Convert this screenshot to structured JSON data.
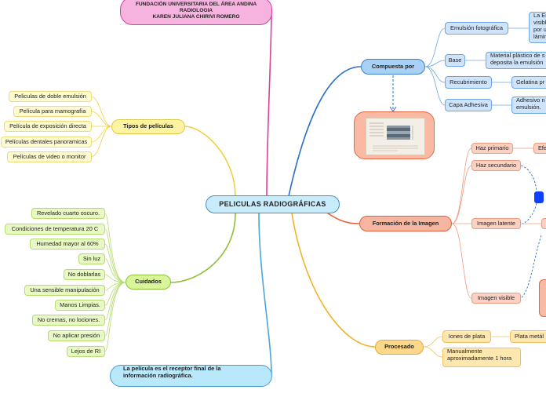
{
  "root": {
    "label": "PELICULAS RADIOGRÁFICAS"
  },
  "header": {
    "line1": "FUNDACIÓN UNIVERSITARIA DEL ÁREA ANDINA",
    "line2": "RADIOLOGIA",
    "line3": "KAREN JULIANA CHIRIVI ROMERO"
  },
  "note": {
    "line1": "La película es el receptor final de la",
    "line2": "información radiográfica."
  },
  "tipos": {
    "label": "Tipos de películas",
    "items": [
      "Peliculas de doble emulsión",
      "Película para mamografía",
      "Película de exposición directa",
      "Películas dentales panoramicas",
      "Películas de video o monitor"
    ]
  },
  "cuidados": {
    "label": "Cuidados",
    "items": [
      "Revelado cuarto oscuro.",
      "Condiciones de temperatura 20 C",
      "Humedad mayor al 60%",
      "Sin luz",
      "No doblarlas",
      "Una sensible manipulación",
      "Manos Limpias.",
      "No cremas, no lociones.",
      "No aplicar presión",
      "Lejos de RI"
    ]
  },
  "compuesta": {
    "label": "Compuesta por",
    "items": [
      {
        "label": "Emulsión fotográfica",
        "detail_lines": [
          "La Em",
          "visibl",
          "por u",
          "lámin"
        ]
      },
      {
        "label": "Base",
        "detail_lines": [
          "Material plástico de s",
          "deposita la emulsión"
        ]
      },
      {
        "label": "Recubrimiento",
        "detail_lines": [
          "Gelatina pr"
        ]
      },
      {
        "label": "Capa Adhesiva",
        "detail_lines": [
          "Adhesivo n",
          "emulsión."
        ]
      }
    ]
  },
  "formacion": {
    "label": "Formación de la Imagen",
    "items": [
      {
        "label": "Haz primario",
        "detail": "Efe"
      },
      {
        "label": "Haz secundario"
      },
      {
        "label": "Imagen latente",
        "detail": "E"
      },
      {
        "label": "Imagen visible"
      }
    ]
  },
  "procesado": {
    "label": "Procesado",
    "items": [
      {
        "label": "Iones de plata",
        "detail": "Plata metál"
      },
      {
        "label_lines": [
          "Manualmente",
          "aproximadamente 1 hora"
        ]
      }
    ]
  },
  "colors": {
    "pink": "#d9409c",
    "yellow": "#f2cf3a",
    "green": "#8ec03a",
    "blue": "#2a6fc9",
    "orange": "#e8603c",
    "amber": "#f0b429",
    "light_blue": "#4aa6d8"
  }
}
